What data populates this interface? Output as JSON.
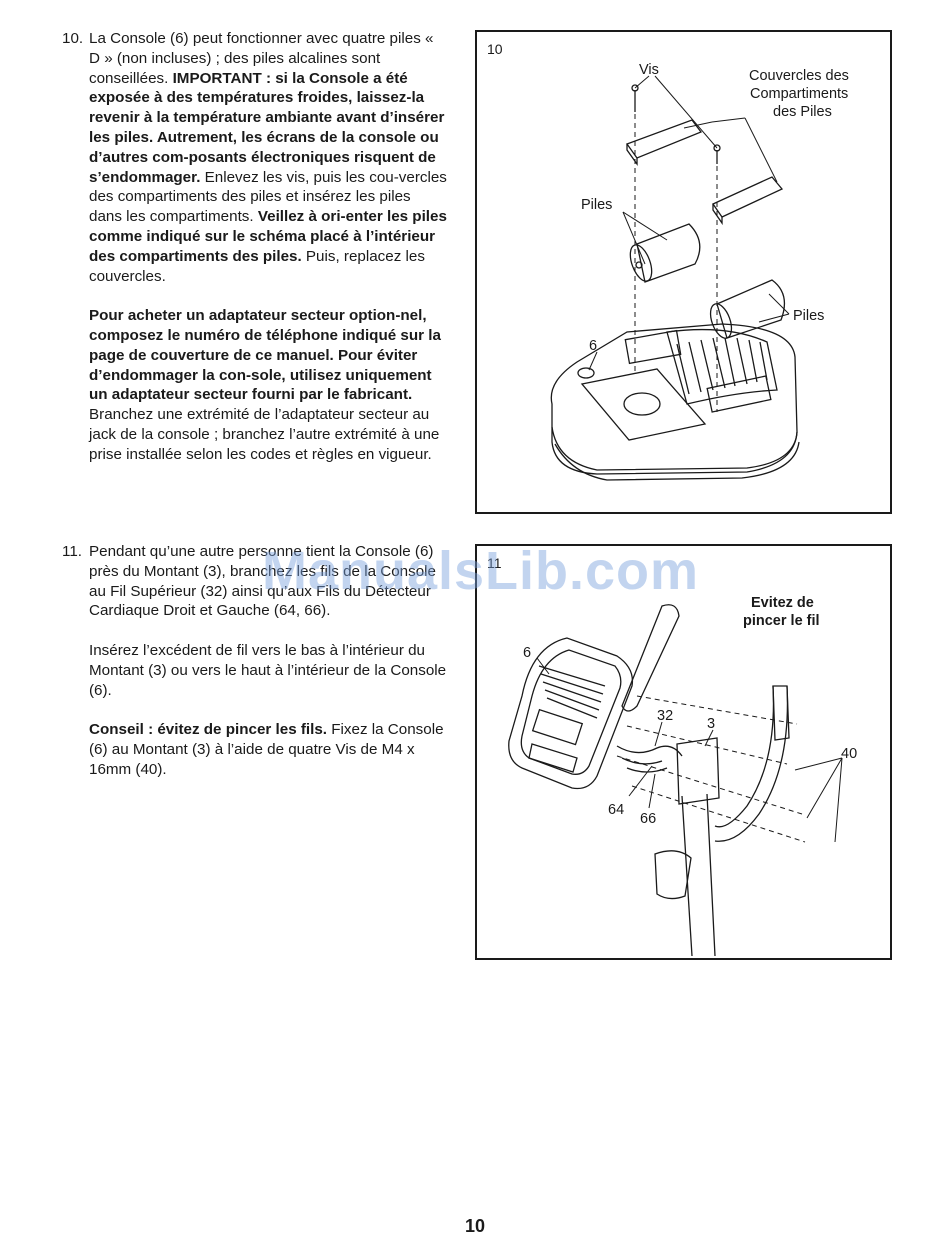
{
  "step10": {
    "number": "10.",
    "p1_a": "La Console (6) peut fonctionner avec quatre piles « D » (non incluses) ; des piles alcalines sont conseillées. ",
    "p1_b": "IMPORTANT : si la Console a été exposée à des températures froides, laissez-la revenir à la température ambiante avant d’insérer les piles. Autrement, les écrans de la console ou d’autres com-posants électroniques risquent de s’endommager.",
    "p1_c": " Enlevez les vis, puis les cou-vercles des compartiments des piles et insérez les piles dans les compartiments. ",
    "p1_d": "Veillez à ori-enter les piles comme indiqué sur le schéma placé à l’intérieur des compartiments des piles.",
    "p1_e": " Puis, replacez les couvercles.",
    "p2_a": "Pour acheter un adaptateur secteur option-nel, composez le numéro de téléphone indiqué sur la page de couverture de ce manuel. Pour éviter d’endommager la con-sole, utilisez uniquement un adaptateur secteur fourni par le fabricant.",
    "p2_b": " Branchez une extrémité de l’adaptateur secteur au jack de la console ; branchez l’autre extrémité à une prise installée selon les codes et règles en vigueur."
  },
  "step11": {
    "number": "11.",
    "p1": "Pendant qu’une autre personne tient la Console (6) près du Montant (3), branchez les fils de la Console au Fil Supérieur (32) ainsi qu’aux Fils du Détecteur Cardiaque Droit et Gauche (64, 66).",
    "p2": "Insérez l’excédent de fil vers le bas à l’intérieur du Montant (3) ou vers le haut à l’intérieur de la Console (6).",
    "p3_a": "Conseil : évitez de pincer les fils.",
    "p3_b": " Fixez la Console (6) au Montant (3) à l’aide de quatre Vis de M4 x 16mm (40)."
  },
  "figure10": {
    "number": "10",
    "label_vis": "Vis",
    "label_covers_1": "Couvercles des",
    "label_covers_2": "Compartiments",
    "label_covers_3": "des Piles",
    "label_piles_left": "Piles",
    "label_piles_right": "Piles",
    "label_6": "6"
  },
  "figure11": {
    "number": "11",
    "note_1": "Evitez de",
    "note_2": "pincer le fil",
    "label_6": "6",
    "label_32": "32",
    "label_3": "3",
    "label_40": "40",
    "label_64": "64",
    "label_66": "66"
  },
  "watermark": "ManualsLib.com",
  "page_number": "10"
}
